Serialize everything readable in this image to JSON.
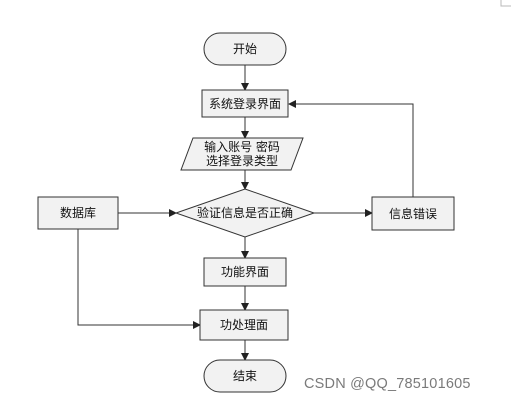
{
  "flowchart": {
    "start": "开始",
    "login_page": "系统登录界面",
    "input_line1": "输入账号 密码",
    "input_line2": "选择登录类型",
    "decision": "验证信息是否正确",
    "database": "数据库",
    "error": "信息错误",
    "function_page": "功能界面",
    "processing": "功处理面",
    "end": "结束"
  },
  "watermark": "CSDN @QQ_785101605",
  "colors": {
    "node_fill": "#f2f2f2",
    "stroke": "#333333",
    "watermark": "#7a7a7a"
  }
}
